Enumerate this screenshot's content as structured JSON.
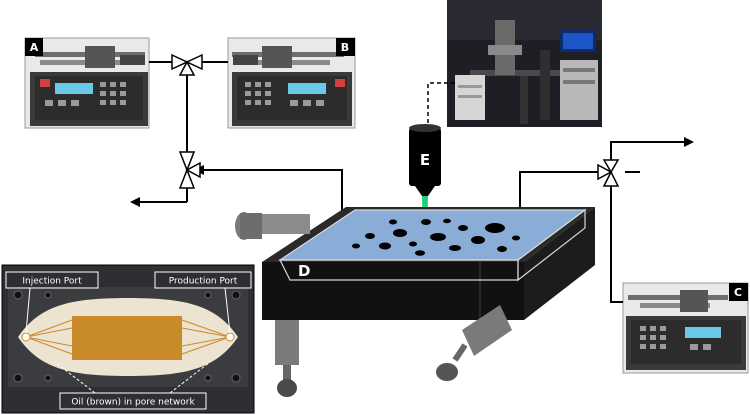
{
  "labels": {
    "pump_a": "A",
    "pump_b": "B",
    "pump_c": "C",
    "chip": "D",
    "laser": "E"
  },
  "inset": {
    "injection_port": "Injection Port",
    "production_port": "Production Port",
    "oil_caption": "Oil (brown) in pore network"
  },
  "colors": {
    "chip_fill": "#8fb4e0",
    "laser_beam": "#1fd07a",
    "oil": "#c98a2a",
    "stage_body": "#1a1a1a"
  }
}
